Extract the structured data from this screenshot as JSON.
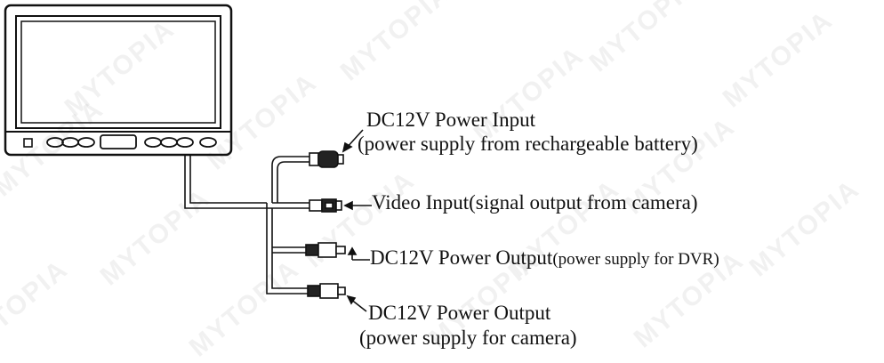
{
  "watermark": {
    "text": "MYTOPIA"
  },
  "labels": {
    "power_input": {
      "title": "DC12V Power Input",
      "detail": "(power supply from rechargeable battery)"
    },
    "video_input": {
      "title": "Video Input",
      "detail": "(signal output from camera)"
    },
    "power_output_dvr": {
      "title": "DC12V Power Output",
      "detail": "(power supply for DVR)"
    },
    "power_output_camera": {
      "title": "DC12V Power Output",
      "detail": "(power supply for camera)"
    }
  },
  "colors": {
    "line": "#111111",
    "background": "#ffffff",
    "watermark": "#969696"
  }
}
